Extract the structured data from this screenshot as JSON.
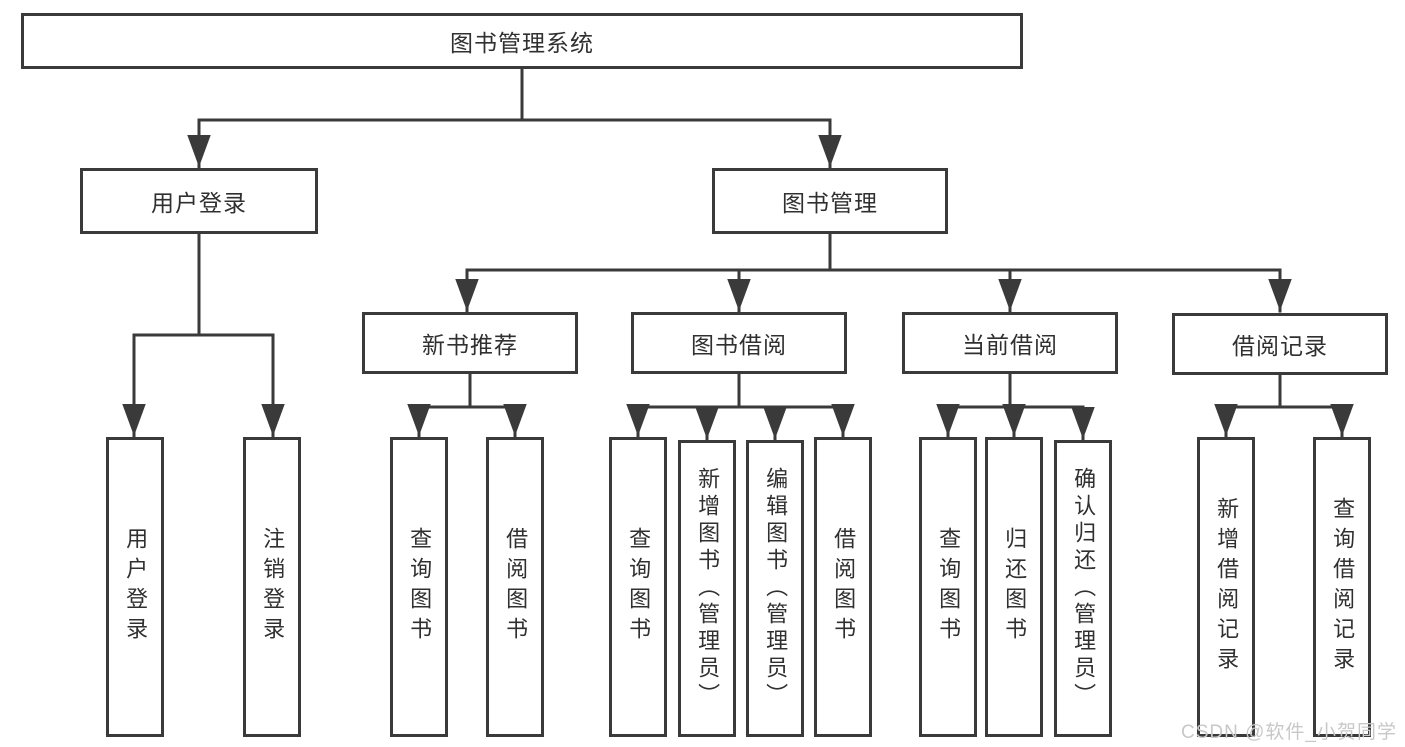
{
  "nodes": {
    "root": {
      "label": "图书管理系统"
    },
    "level2": [
      {
        "label": "用户登录"
      },
      {
        "label": "图书管理"
      }
    ],
    "level3": [
      {
        "label": "新书推荐"
      },
      {
        "label": "图书借阅"
      },
      {
        "label": "当前借阅"
      },
      {
        "label": "借阅记录"
      }
    ],
    "leaves": [
      {
        "label": "用户登录"
      },
      {
        "label": "注销登录"
      },
      {
        "label": "查询图书"
      },
      {
        "label": "借阅图书"
      },
      {
        "label": "查询图书"
      },
      {
        "label": "新增图书（管理员）"
      },
      {
        "label": "编辑图书（管理员）"
      },
      {
        "label": "借阅图书"
      },
      {
        "label": "查询图书"
      },
      {
        "label": "归还图书"
      },
      {
        "label": "确认归还（管理员）"
      },
      {
        "label": "新增借阅记录"
      },
      {
        "label": "查询借阅记录"
      }
    ]
  },
  "watermark": "CSDN @软件_小贺同学",
  "colors": {
    "line": "#3a3a3a",
    "text": "#303030",
    "watermark": "#c8c8c8",
    "background": "#ffffff"
  }
}
